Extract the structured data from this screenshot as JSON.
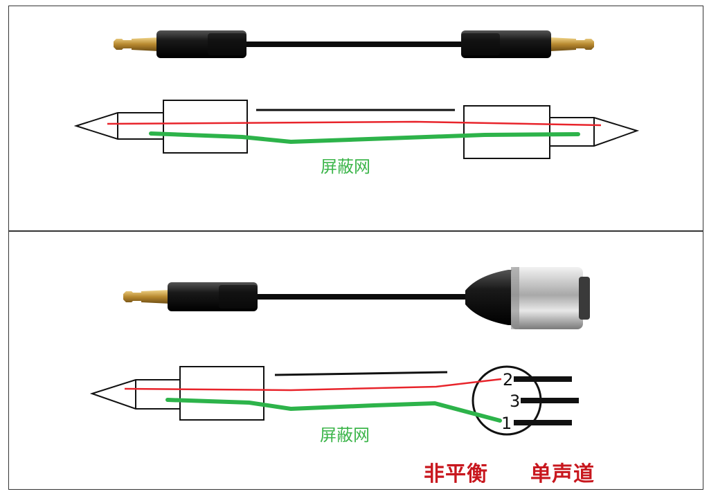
{
  "diagrams": [
    {
      "id": "ts-to-ts",
      "shield_label": "屏蔽网"
    },
    {
      "id": "ts-to-xlr",
      "shield_label": "屏蔽网",
      "xlr_pins": [
        "2",
        "3",
        "1"
      ]
    }
  ],
  "captions": {
    "unbalanced": "非平衡",
    "mono": "单声道"
  },
  "colors": {
    "hot_wire": "#e8242b",
    "shield_wire": "#2db34a",
    "caption": "#c8171e",
    "cable": "#111111",
    "plug_tip": "#c9a24a",
    "xlr_shell": "#b9b9b9"
  },
  "icons": [
    "ts-jack-plug-icon",
    "xlr-male-plug-icon"
  ]
}
